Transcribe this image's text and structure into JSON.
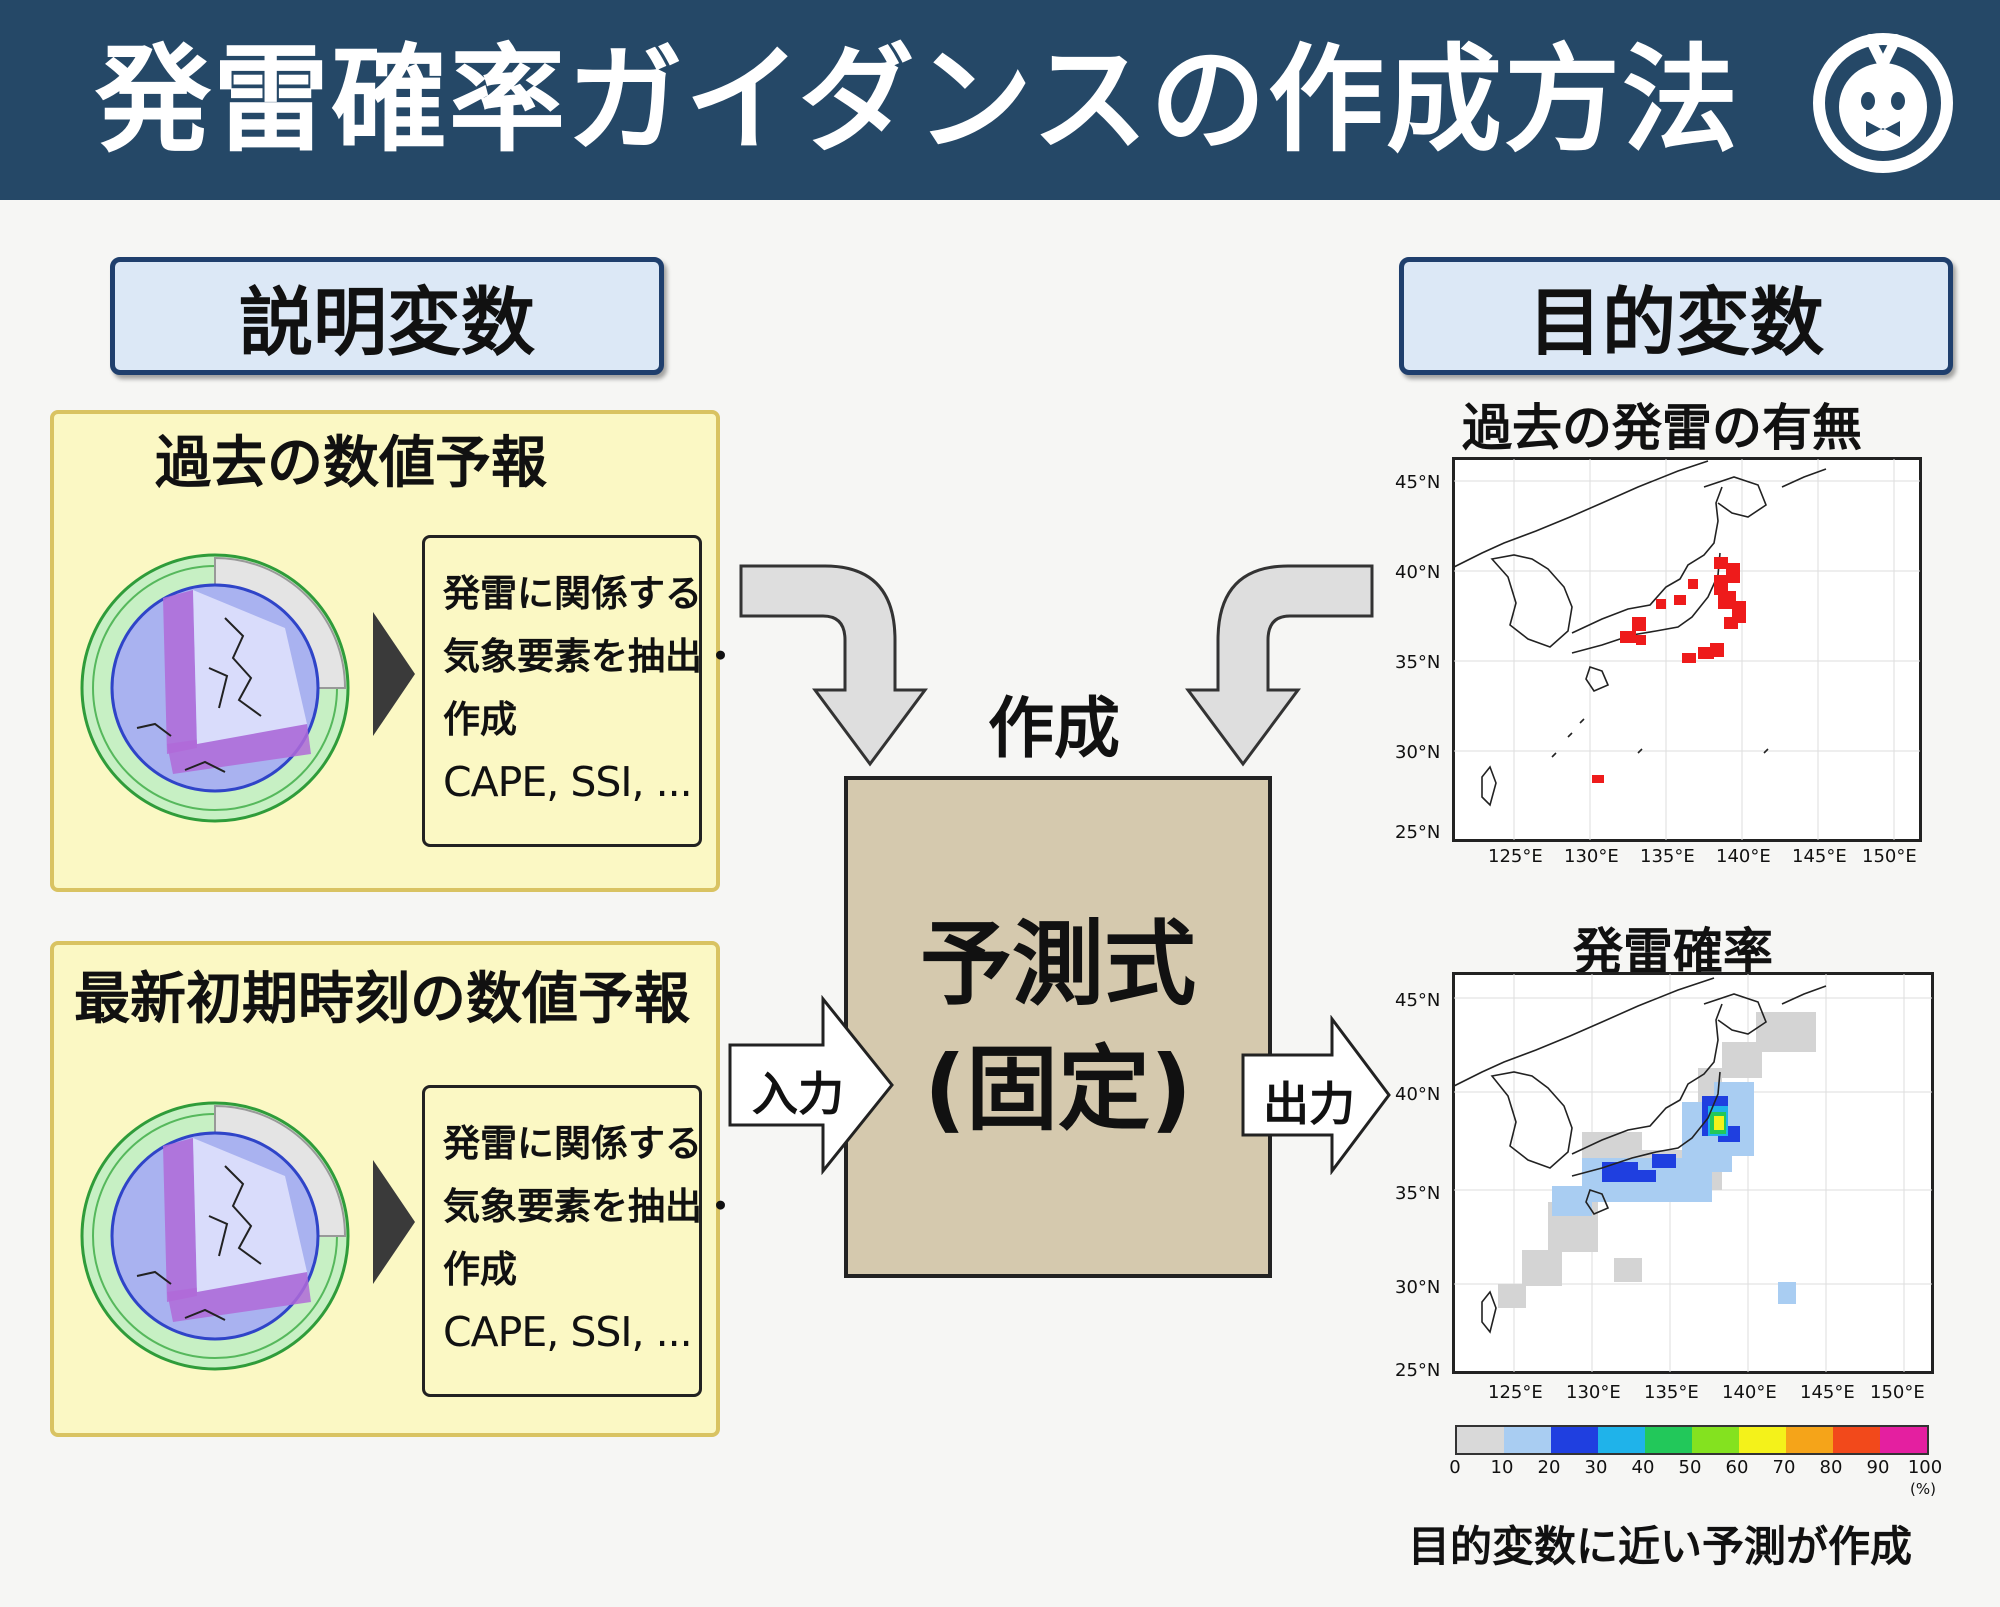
{
  "header": {
    "title": "発雷確率ガイダンスの作成方法"
  },
  "left_label": "説明変数",
  "right_label": "目的変数",
  "panels": [
    {
      "title": "過去の数値予報",
      "box_lines": [
        "発雷に関係する",
        "気象要素を抽出・",
        "作成",
        "CAPE, SSI, ..."
      ]
    },
    {
      "title": "最新初期時刻の数値予報",
      "box_lines": [
        "発雷に関係する",
        "気象要素を抽出・",
        "作成",
        "CAPE, SSI, ..."
      ]
    }
  ],
  "center": {
    "make_label": "作成",
    "line1": "予測式",
    "line2": "(固定)"
  },
  "arrows": {
    "input_label": "入力",
    "output_label": "出力"
  },
  "maps": [
    {
      "title": "過去の発雷の有無",
      "lat_labels": [
        "45°N",
        "40°N",
        "35°N",
        "30°N",
        "25°N"
      ],
      "lon_labels": [
        "125°E",
        "130°E",
        "135°E",
        "140°E",
        "145°E",
        "150°E"
      ]
    },
    {
      "title": "発雷確率",
      "lat_labels": [
        "45°N",
        "40°N",
        "35°N",
        "30°N",
        "25°N"
      ],
      "lon_labels": [
        "125°E",
        "130°E",
        "135°E",
        "140°E",
        "145°E",
        "150°E"
      ]
    }
  ],
  "colorbar": {
    "ticks": [
      "0",
      "10",
      "20",
      "30",
      "40",
      "50",
      "60",
      "70",
      "80",
      "90",
      "100"
    ],
    "unit": "(%)",
    "colors": [
      "#d9d9d9",
      "#a9cdf2",
      "#1f3fe0",
      "#1fb3ea",
      "#22c85a",
      "#84e21f",
      "#f4f21a",
      "#f5a419",
      "#f2491b",
      "#e41fa0"
    ]
  },
  "conclusion": "目的変数に近い予測が作成",
  "colors": {
    "header_bg": "#254867",
    "panel_bg": "#fbf8c4",
    "center_box": "#d5c9ae",
    "lightning": "#ee1b1b"
  }
}
